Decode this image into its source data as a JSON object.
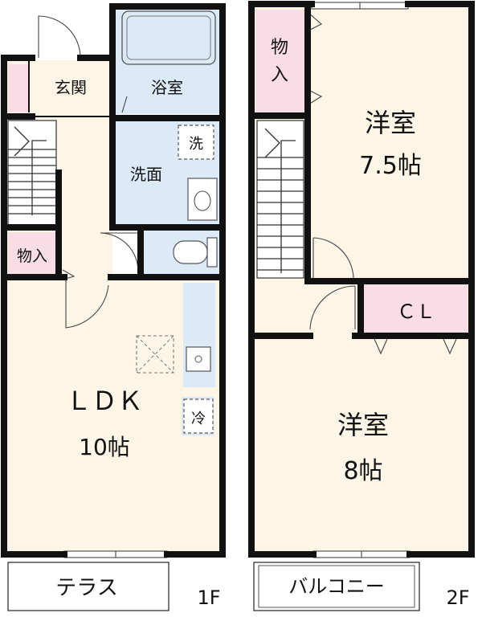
{
  "floor1": {
    "label": "1F",
    "rooms": {
      "entrance": "玄関",
      "bath": "浴室",
      "washroom": "洗面",
      "washer": "洗",
      "storage": "物入",
      "ldk_name": "ＬＤＫ",
      "ldk_size": "10帖",
      "fridge": "冷",
      "terrace": "テラス"
    }
  },
  "floor2": {
    "label": "2F",
    "rooms": {
      "storage_top": "物",
      "storage_bottom": "入",
      "west_room_name": "洋室",
      "west_room_size": "7.5帖",
      "closet": "ＣＬ",
      "south_room_name": "洋室",
      "south_room_size": "8帖",
      "balcony": "バルコニー"
    }
  },
  "colors": {
    "room_fill": "#fdf5e6",
    "wet_area_fill": "#dbeaf6",
    "storage_fill": "#f8dde6",
    "wall": "#111111"
  }
}
